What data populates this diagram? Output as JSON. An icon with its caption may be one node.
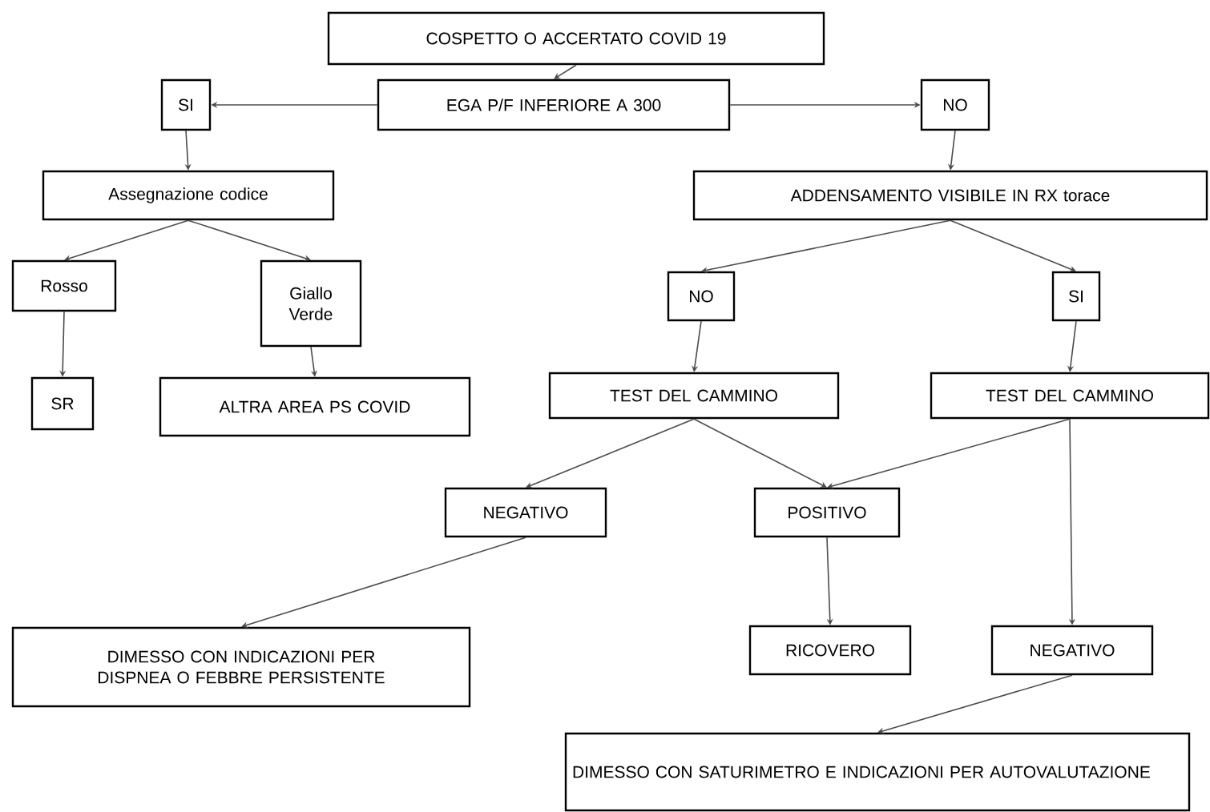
{
  "diagram": {
    "nodes": [
      {
        "text": [
          "COSPETTO O ACCERTATO COVID 19"
        ]
      },
      {
        "text": [
          "EGA P/F INFERIORE A 300"
        ]
      },
      {
        "text": [
          "SI"
        ]
      },
      {
        "text": [
          "NO"
        ]
      },
      {
        "text": [
          "Assegnazione codice"
        ]
      },
      {
        "text": [
          "ADDENSAMENTO VISIBILE IN RX torace"
        ]
      },
      {
        "text": [
          "Rosso"
        ]
      },
      {
        "text": [
          "Giallo Verde"
        ]
      },
      {
        "text": [
          "NO"
        ]
      },
      {
        "text": [
          "SI"
        ]
      },
      {
        "text": [
          "SR"
        ]
      },
      {
        "text": [
          "ALTRA AREA PS COVID"
        ]
      },
      {
        "text": [
          "TEST DEL CAMMINO"
        ]
      },
      {
        "text": [
          "TEST DEL CAMMINO"
        ]
      },
      {
        "text": [
          "NEGATIVO"
        ]
      },
      {
        "text": [
          "POSITIVO"
        ]
      },
      {
        "text": [
          "DIMESSO CON INDICAZIONI PER DISPNEA O FEBBRE PERSISTENTE"
        ]
      },
      {
        "text": [
          "RICOVERO"
        ]
      },
      {
        "text": [
          "NEGATIVO"
        ]
      },
      {
        "text": [
          "DIMESSO CON SATURIMETRO E INDICAZIONI PER AUTOVALUTAZIONE"
        ]
      }
    ],
    "edges": [
      {
        "from": 0,
        "to": 1,
        "arrow": "to"
      },
      {
        "from": 1,
        "to": 2,
        "arrow": "to"
      },
      {
        "from": 1,
        "to": 3,
        "arrow": "to"
      },
      {
        "from": 2,
        "to": 4,
        "arrow": "to"
      },
      {
        "from": 3,
        "to": 5,
        "arrow": "to"
      },
      {
        "from": 4,
        "to": 6,
        "arrow": "to"
      },
      {
        "from": 4,
        "to": 7,
        "arrow": "to"
      },
      {
        "from": 5,
        "to": 8,
        "arrow": "to"
      },
      {
        "from": 5,
        "to": 9,
        "arrow": "to"
      },
      {
        "from": 6,
        "to": 10,
        "arrow": "to"
      },
      {
        "from": 7,
        "to": 11,
        "arrow": "to"
      },
      {
        "from": 8,
        "to": 12,
        "arrow": "to"
      },
      {
        "from": 9,
        "to": 13,
        "arrow": "to"
      },
      {
        "from": 12,
        "to": 14,
        "arrow": "to"
      },
      {
        "from": 12,
        "to": 15,
        "arrow": "to"
      },
      {
        "from": 13,
        "to": 15,
        "arrow": "to"
      },
      {
        "from": 13,
        "to": 18,
        "arrow": "to"
      },
      {
        "from": 14,
        "to": 16,
        "arrow": "to"
      },
      {
        "from": 15,
        "to": 17,
        "arrow": "to"
      },
      {
        "from": 18,
        "to": 19,
        "arrow": "to"
      }
    ]
  }
}
